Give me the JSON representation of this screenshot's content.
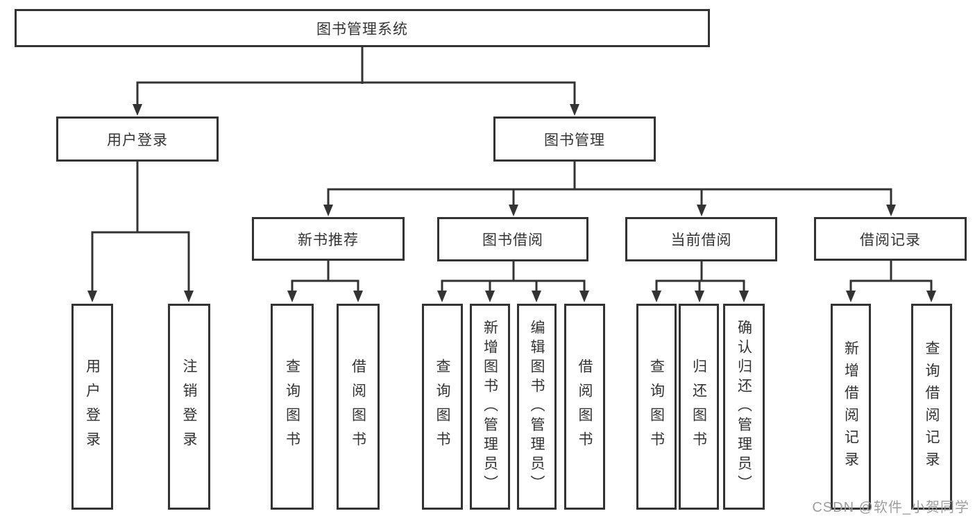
{
  "title": "图书管理系统",
  "colors": {
    "line": "#333333",
    "text": "#333333",
    "watermark": "#9d9d9d",
    "background": "#ffffff"
  },
  "diagram": {
    "type": "tree",
    "root": {
      "label": "图书管理系统"
    },
    "level2": [
      {
        "label": "用户登录"
      },
      {
        "label": "图书管理"
      }
    ],
    "level3": [
      {
        "label": "新书推荐",
        "parent": "图书管理"
      },
      {
        "label": "图书借阅",
        "parent": "图书管理"
      },
      {
        "label": "当前借阅",
        "parent": "图书管理"
      },
      {
        "label": "借阅记录",
        "parent": "图书管理"
      }
    ],
    "leaves": [
      {
        "label": "用户登录",
        "parent": "用户登录"
      },
      {
        "label": "注销登录",
        "parent": "用户登录"
      },
      {
        "label": "查询图书",
        "parent": "新书推荐"
      },
      {
        "label": "借阅图书",
        "parent": "新书推荐"
      },
      {
        "label": "查询图书",
        "parent": "图书借阅"
      },
      {
        "label": "新增图书（管理员）",
        "parent": "图书借阅"
      },
      {
        "label": "编辑图书（管理员）",
        "parent": "图书借阅"
      },
      {
        "label": "借阅图书",
        "parent": "图书借阅"
      },
      {
        "label": "查询图书",
        "parent": "当前借阅"
      },
      {
        "label": "归还图书",
        "parent": "当前借阅"
      },
      {
        "label": "确认归还（管理员）",
        "parent": "当前借阅"
      },
      {
        "label": "新增借阅记录",
        "parent": "借阅记录"
      },
      {
        "label": "查询借阅记录",
        "parent": "借阅记录"
      }
    ]
  },
  "watermark": {
    "text": "CSDN @软件_小贺同学"
  }
}
